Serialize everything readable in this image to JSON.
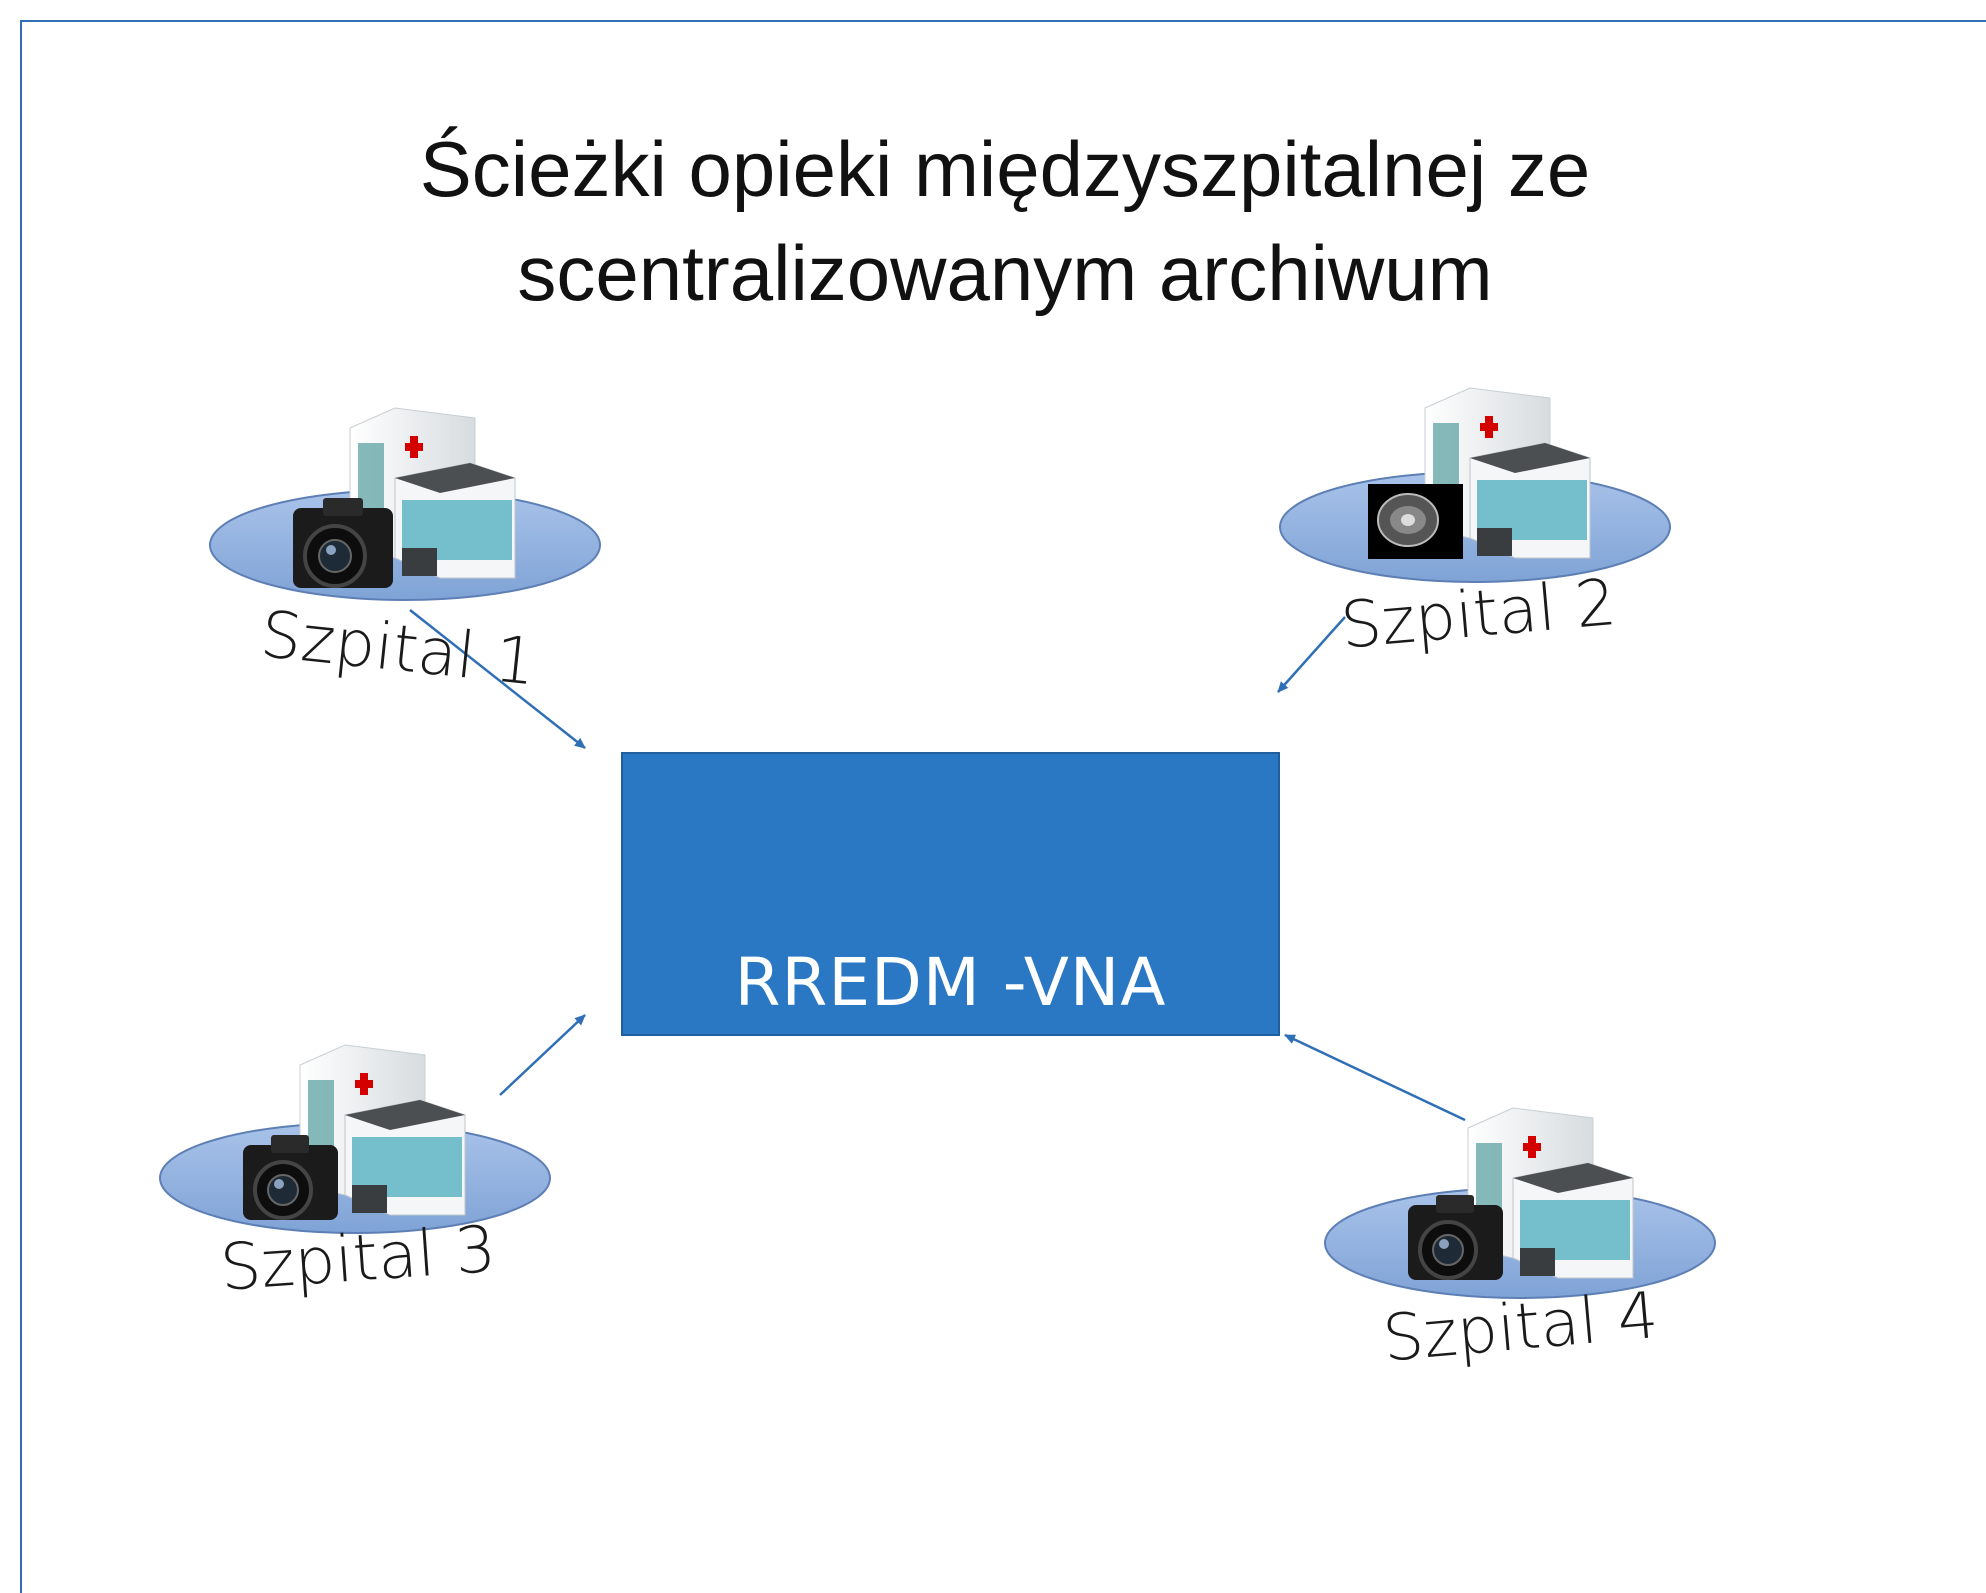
{
  "title": {
    "line1": "Ścieżki opieki międzyszpitalnej ze",
    "line2": "scentralizowanym archiwum"
  },
  "hub": {
    "label": "RREDM -VNA",
    "color": "#2a77c4"
  },
  "hospitals": [
    {
      "label": "Szpital 1",
      "device": "camera-icon"
    },
    {
      "label": "Szpital 2",
      "device": "mri-scan-icon"
    },
    {
      "label": "Szpital 3",
      "device": "camera-icon"
    },
    {
      "label": "Szpital 4",
      "device": "camera-icon"
    }
  ],
  "colors": {
    "frame": "#2f6fb6",
    "ellipse": "#8aaee0",
    "arrow": "#2f6fb6"
  }
}
